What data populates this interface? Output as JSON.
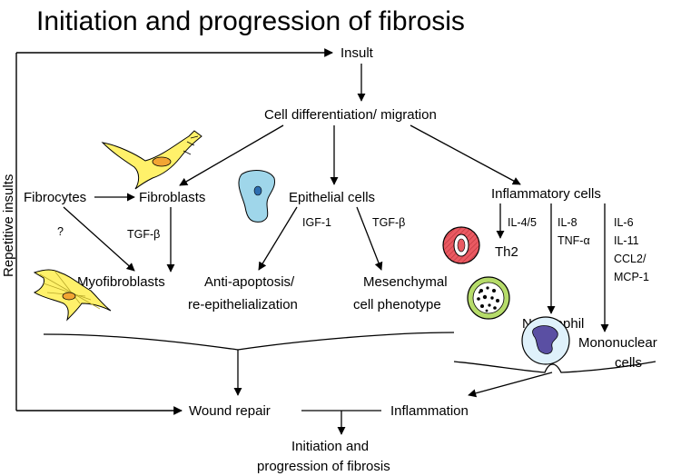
{
  "title": "Initiation and progression of fibrosis",
  "nodes": {
    "insult": "Insult",
    "cell_diff": "Cell differentiation/ migration",
    "fibrocytes": "Fibrocytes",
    "fibroblasts": "Fibroblasts",
    "epithelial": "Epithelial cells",
    "inflammatory": "Inflammatory cells",
    "myofibroblasts": "Myofibroblasts",
    "anti_apoptosis_1": "Anti-apoptosis/",
    "anti_apoptosis_2": "re-epithelialization",
    "mesenchymal_1": "Mesenchymal",
    "mesenchymal_2": "cell phenotype",
    "th2": "Th2",
    "neutrophil": "Neutrophil",
    "mononuclear_1": "Mononuclear",
    "mononuclear_2": "cells",
    "wound_repair": "Wound repair",
    "inflammation": "Inflammation",
    "outcome_1": "Initiation and",
    "outcome_2": "progression of fibrosis",
    "repetitive": "Repetitive insults"
  },
  "labels": {
    "question": "?",
    "tgf_fibro": "TGF-β",
    "igf1": "IGF-1",
    "tgf_epi": "TGF-β",
    "il45": "IL-4/5",
    "il8": "IL-8",
    "tnfa": "TNF-α",
    "il6": "IL-6",
    "il11": "IL-11",
    "ccl2": "CCL2/",
    "mcp1": "MCP-1"
  },
  "colors": {
    "line": "#000000",
    "cell_yellow": "#fff16a",
    "cell_orange": "#f2a533",
    "epithelial_blue": "#9fd6ea",
    "nucleus_blue": "#2d6db0",
    "th2_red": "#ea5a62",
    "neutrophil_green": "#b6dc6a",
    "mono_cyan": "#dff1fb",
    "mono_nucleus": "#5a4fa3"
  }
}
